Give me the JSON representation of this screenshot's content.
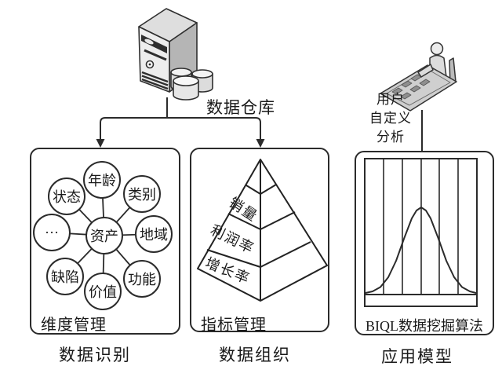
{
  "diagram": {
    "warehouse_label": "数据仓库",
    "user_analysis_lines": [
      "用户",
      "自定义",
      "分析"
    ],
    "dimension_panel": {
      "title": "维度管理",
      "caption": "数据识别",
      "hub": "资产",
      "nodes": [
        "年龄",
        "状态",
        "类别",
        "···",
        "地域",
        "缺陷",
        "价值",
        "功能"
      ]
    },
    "metrics_panel": {
      "title": "指标管理",
      "caption": "数据组织",
      "pyramid_levels": [
        "销量",
        "利润率",
        "增长率"
      ]
    },
    "model_panel": {
      "title": "BIQL数据挖掘算法",
      "caption": "应用模型"
    },
    "icons": {
      "server": "server-with-databases-icon",
      "user": "user-at-workstation-icon"
    },
    "colors": {
      "line": "#2b2b2b",
      "background": "#ffffff",
      "fill_light": "#ededed",
      "fill_mid": "#cfcfcf",
      "fill_dark": "#b5b5b5"
    }
  }
}
